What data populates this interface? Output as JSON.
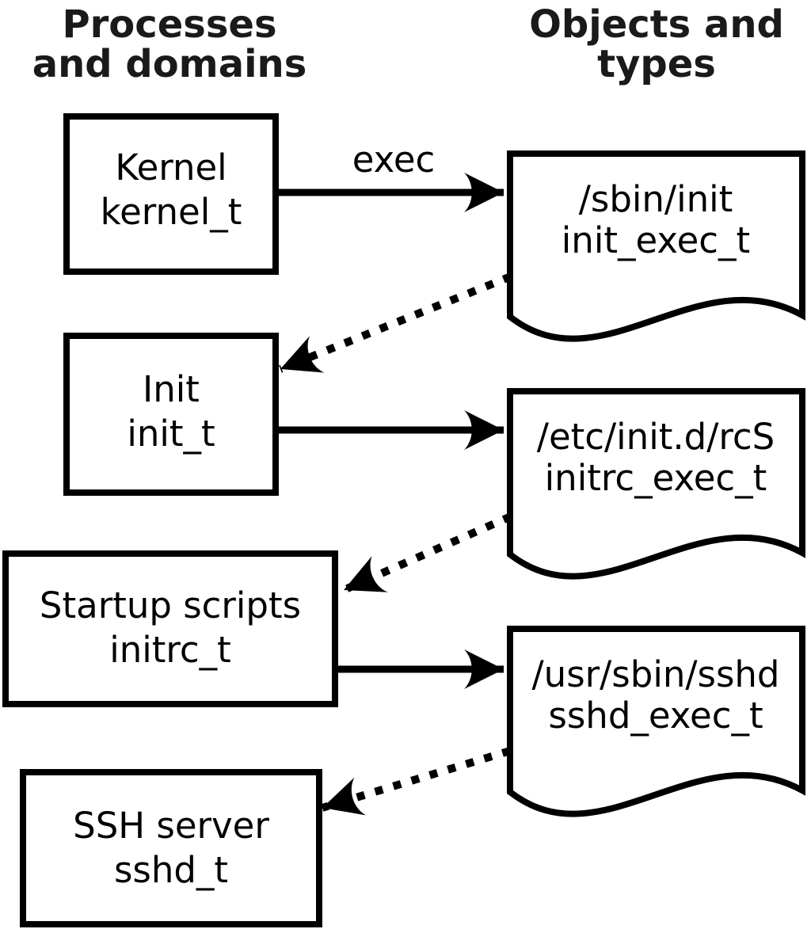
{
  "diagram": {
    "headers": {
      "left": {
        "line1": "Processes",
        "line2": "and domains"
      },
      "right": {
        "line1": "Objects and",
        "line2": "types"
      }
    },
    "processes": [
      {
        "label": "Kernel",
        "type": "kernel_t"
      },
      {
        "label": "Init",
        "type": "init_t"
      },
      {
        "label": "Startup scripts",
        "type": "initrc_t"
      },
      {
        "label": "SSH server",
        "type": "sshd_t"
      }
    ],
    "objects": [
      {
        "path": "/sbin/init",
        "type": "init_exec_t"
      },
      {
        "path": "/etc/init.d/rcS",
        "type": "initrc_exec_t"
      },
      {
        "path": "/usr/sbin/sshd",
        "type": "sshd_exec_t"
      }
    ],
    "labels": {
      "exec": "exec"
    },
    "colors": {
      "stroke": "#000000",
      "fill": "#ffffff"
    }
  }
}
